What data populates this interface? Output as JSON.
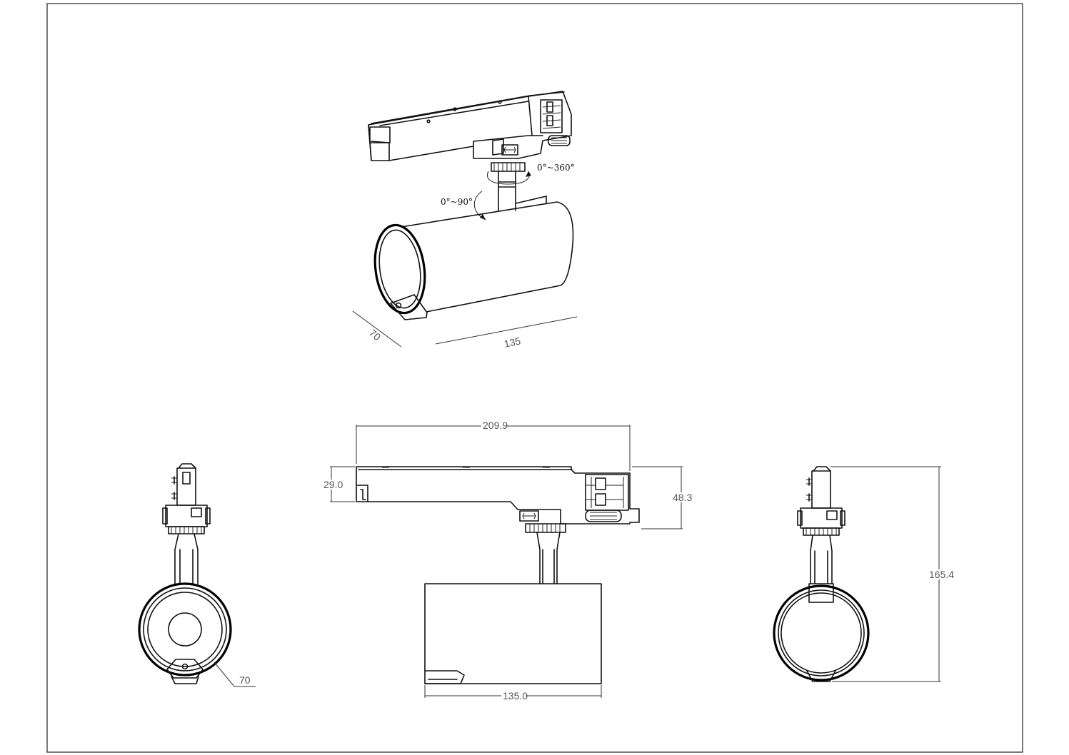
{
  "drawing": {
    "iso_view": {
      "rotation_label": "0°~360°",
      "tilt_label": "0°~90°",
      "dim_diameter": "70",
      "dim_length": "135"
    },
    "front_view": {
      "dim_diameter": "70"
    },
    "side_view": {
      "dim_total_width": "209.9",
      "dim_adapter_height": "29.0",
      "dim_head_height": "48.3",
      "dim_body_length": "135.0"
    },
    "back_view": {
      "dim_total_height": "165.4"
    }
  }
}
